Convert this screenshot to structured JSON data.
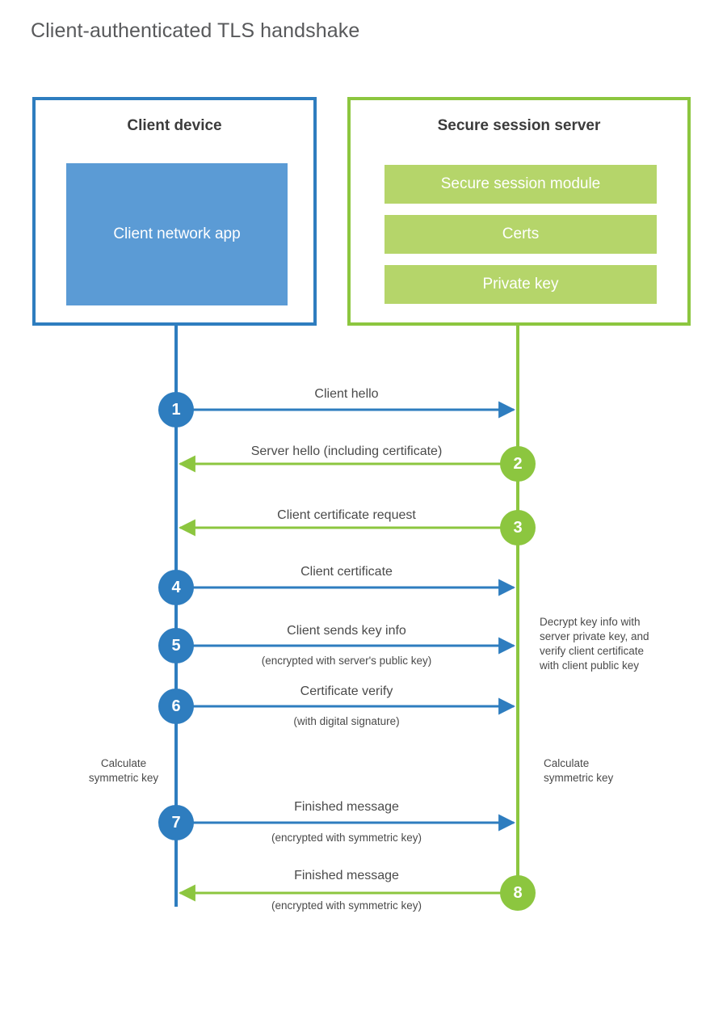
{
  "title": "Client-authenticated TLS handshake",
  "colors": {
    "client_accent": "#2e7dbf",
    "client_fill": "#5b9bd5",
    "server_accent": "#8cc63f",
    "server_fill": "#b5d56a",
    "text": "#4a4a4a",
    "title_text": "#58595b",
    "background": "#ffffff"
  },
  "actors": {
    "client": {
      "title": "Client device",
      "app_label": "Client network app"
    },
    "server": {
      "title": "Secure session server",
      "modules": [
        {
          "label": "Secure session module"
        },
        {
          "label": "Certs"
        },
        {
          "label": "Private key"
        }
      ]
    }
  },
  "steps": [
    {
      "number": "1",
      "label": "Client hello",
      "sublabel": "",
      "direction": "client-to-server",
      "side": "client"
    },
    {
      "number": "2",
      "label": "Server hello (including certificate)",
      "sublabel": "",
      "direction": "server-to-client",
      "side": "server"
    },
    {
      "number": "3",
      "label": "Client certificate request",
      "sublabel": "",
      "direction": "server-to-client",
      "side": "server"
    },
    {
      "number": "4",
      "label": "Client certificate",
      "sublabel": "",
      "direction": "client-to-server",
      "side": "client"
    },
    {
      "number": "5",
      "label": "Client sends key info",
      "sublabel": "(encrypted with server's public key)",
      "direction": "client-to-server",
      "side": "client"
    },
    {
      "number": "6",
      "label": "Certificate verify",
      "sublabel": "(with digital signature)",
      "direction": "client-to-server",
      "side": "client"
    },
    {
      "number": "7",
      "label": "Finished message",
      "sublabel": "(encrypted with symmetric key)",
      "direction": "client-to-server",
      "side": "client"
    },
    {
      "number": "8",
      "label": "Finished message",
      "sublabel": "(encrypted with symmetric key)",
      "direction": "server-to-client",
      "side": "server"
    }
  ],
  "notes": {
    "server_decrypt": "Decrypt key info with server private key, and verify client certificate with client public key",
    "server_decrypt_lines": [
      "Decrypt key info with",
      "server private key, and",
      "verify client certificate",
      "with client public key"
    ],
    "client_calculate_lines": [
      "Calculate",
      "symmetric key"
    ],
    "server_calculate_lines": [
      "Calculate",
      "symmetric key"
    ]
  }
}
